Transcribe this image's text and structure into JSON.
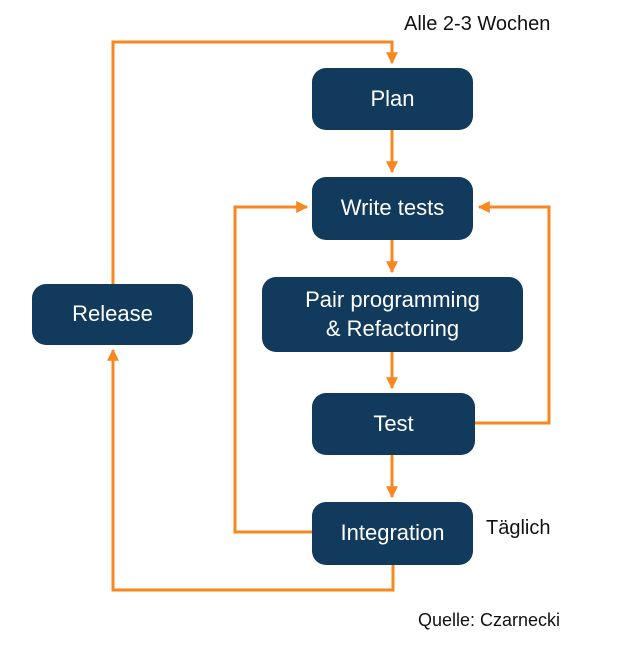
{
  "diagram": {
    "type": "flowchart",
    "topic": "XP / agile development cycle",
    "colors": {
      "node_fill": "#123A5C",
      "node_text": "#FFFFFF",
      "arrow": "#F7871E",
      "annotation_text": "#111111",
      "background": "#FFFFFF"
    },
    "nodes": [
      {
        "id": "plan",
        "label": "Plan"
      },
      {
        "id": "write-tests",
        "label": "Write tests"
      },
      {
        "id": "pair",
        "label": "Pair programming\n& Refactoring"
      },
      {
        "id": "test",
        "label": "Test"
      },
      {
        "id": "integration",
        "label": "Integration"
      },
      {
        "id": "release",
        "label": "Release"
      }
    ],
    "edges": [
      {
        "from": "plan",
        "to": "write-tests"
      },
      {
        "from": "write-tests",
        "to": "pair"
      },
      {
        "from": "pair",
        "to": "test"
      },
      {
        "from": "test",
        "to": "integration"
      },
      {
        "from": "test",
        "to": "write-tests"
      },
      {
        "from": "integration",
        "to": "write-tests"
      },
      {
        "from": "integration",
        "to": "release"
      },
      {
        "from": "release",
        "to": "plan"
      }
    ],
    "annotations": {
      "interval_note": "Alle 2-3 Wochen",
      "daily_note": "Täglich",
      "source": "Quelle: Czarnecki"
    }
  }
}
